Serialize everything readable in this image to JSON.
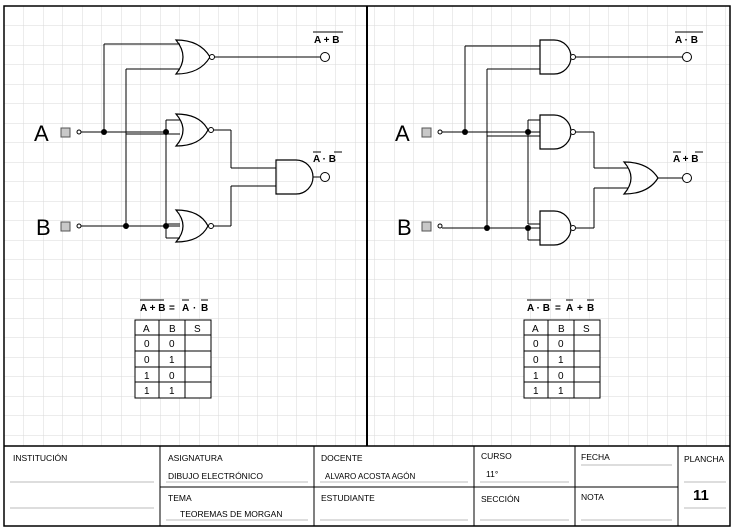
{
  "colors": {
    "grid": "#dadada",
    "line": "#000000",
    "background": "#ffffff",
    "input_fill": "#c8c8c8"
  },
  "left_panel": {
    "input_a": "A",
    "input_b": "B",
    "output_top": "A + B",
    "output_bottom": "A · B",
    "identity": {
      "lhs": "A + B",
      "eq": "=",
      "rhs_1": "A",
      "rhs_op": "·",
      "rhs_2": "B"
    },
    "truth_table": {
      "headers": [
        "A",
        "B",
        "S"
      ],
      "rows": [
        [
          "0",
          "0",
          ""
        ],
        [
          "0",
          "1",
          ""
        ],
        [
          "1",
          "0",
          ""
        ],
        [
          "1",
          "1",
          ""
        ]
      ]
    }
  },
  "right_panel": {
    "input_a": "A",
    "input_b": "B",
    "output_top": "A · B",
    "output_bottom": "A + B",
    "identity": {
      "lhs": "A · B",
      "eq": "=",
      "rhs_1": "A",
      "rhs_op": "+",
      "rhs_2": "B"
    },
    "truth_table": {
      "headers": [
        "A",
        "B",
        "S"
      ],
      "rows": [
        [
          "0",
          "0",
          ""
        ],
        [
          "0",
          "1",
          ""
        ],
        [
          "1",
          "0",
          ""
        ],
        [
          "1",
          "1",
          ""
        ]
      ]
    }
  },
  "title_block": {
    "institucion_label": "INSTITUCIÓN",
    "asignatura_label": "ASIGNATURA",
    "asignatura_value": "DIBUJO ELECTRÓNICO",
    "tema_label": "TEMA",
    "tema_value": "TEOREMAS DE MORGAN",
    "docente_label": "DOCENTE",
    "docente_value": "ALVARO ACOSTA AGÓN",
    "estudiante_label": "ESTUDIANTE",
    "curso_label": "CURSO",
    "curso_value": "11°",
    "seccion_label": "SECCIÓN",
    "fecha_label": "FECHA",
    "nota_label": "NOTA",
    "plancha_label": "PLANCHA",
    "plancha_value": "11"
  }
}
